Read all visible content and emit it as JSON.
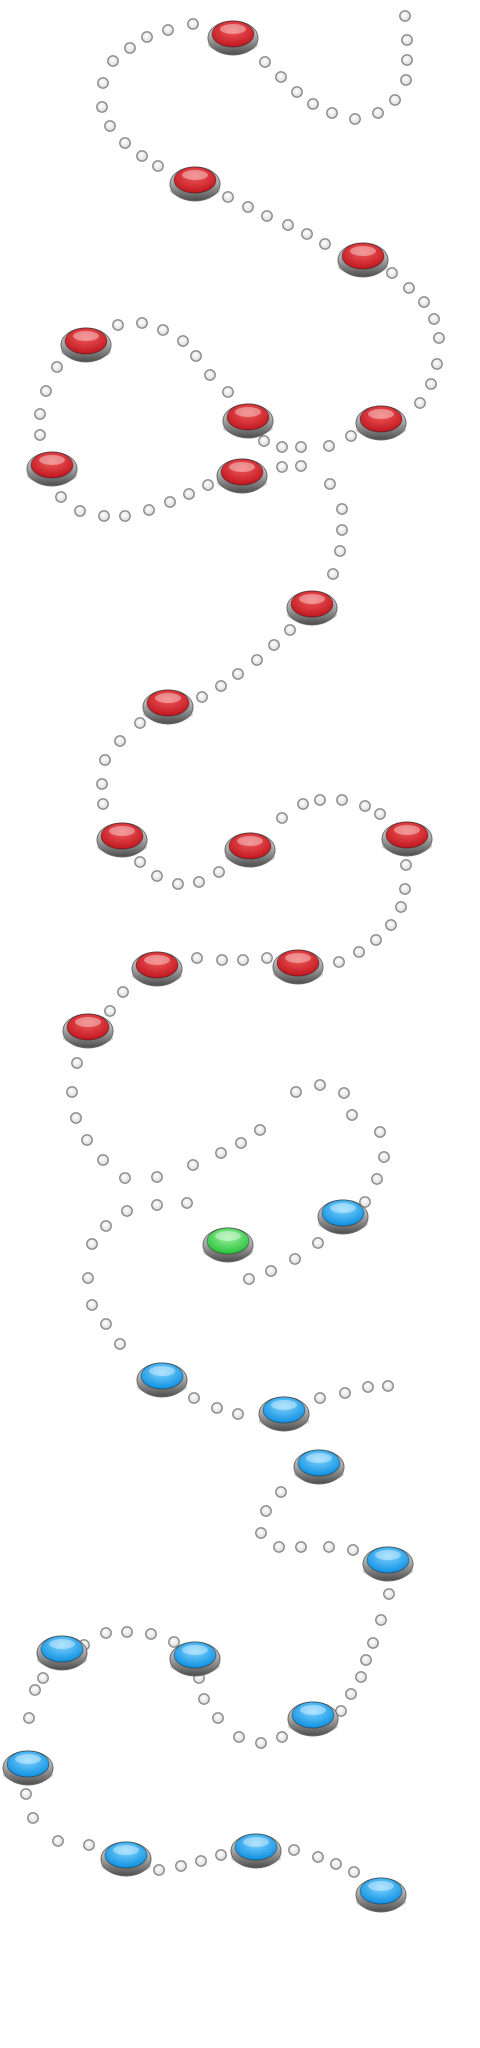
{
  "board": {
    "background": "#ffffff",
    "dot_fill": "#e9e9e9",
    "dot_stroke": "#8a8a8a",
    "node_colors": {
      "red": "#c0161f",
      "red_light": "#ef5a5a",
      "green": "#27c13a",
      "green_light": "#9bf29f",
      "blue": "#0e8fe0",
      "blue_light": "#7fd4ff",
      "rim": "#6b6b6b"
    },
    "total_levels": 29,
    "current_level": 13,
    "completed_levels": 12,
    "level_states": [
      "locked",
      "locked",
      "locked",
      "locked",
      "locked",
      "locked",
      "locked",
      "locked",
      "locked",
      "locked",
      "locked",
      "locked",
      "locked",
      "locked",
      "locked",
      "locked",
      "current",
      "completed",
      "completed",
      "completed",
      "completed",
      "completed",
      "completed",
      "completed",
      "completed",
      "completed",
      "completed",
      "completed",
      "completed"
    ]
  }
}
